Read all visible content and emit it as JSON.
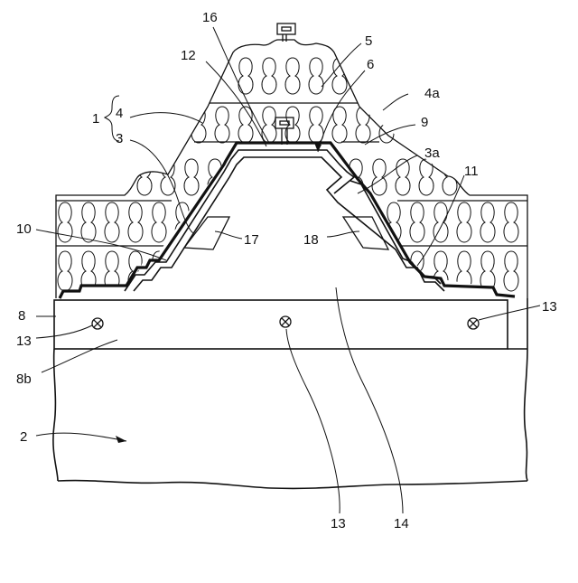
{
  "labels": {
    "l1": "1",
    "l2": "2",
    "l3": "3",
    "l3a": "3a",
    "l4": "4",
    "l4a": "4a",
    "l5": "5",
    "l6": "6",
    "l8": "8",
    "l8b": "8b",
    "l9": "9",
    "l10": "10",
    "l11": "11",
    "l12": "12",
    "l13_left": "13",
    "l13_right": "13",
    "l13_bottom": "13",
    "l14": "14",
    "l16": "16",
    "l17": "17",
    "l18": "18"
  }
}
